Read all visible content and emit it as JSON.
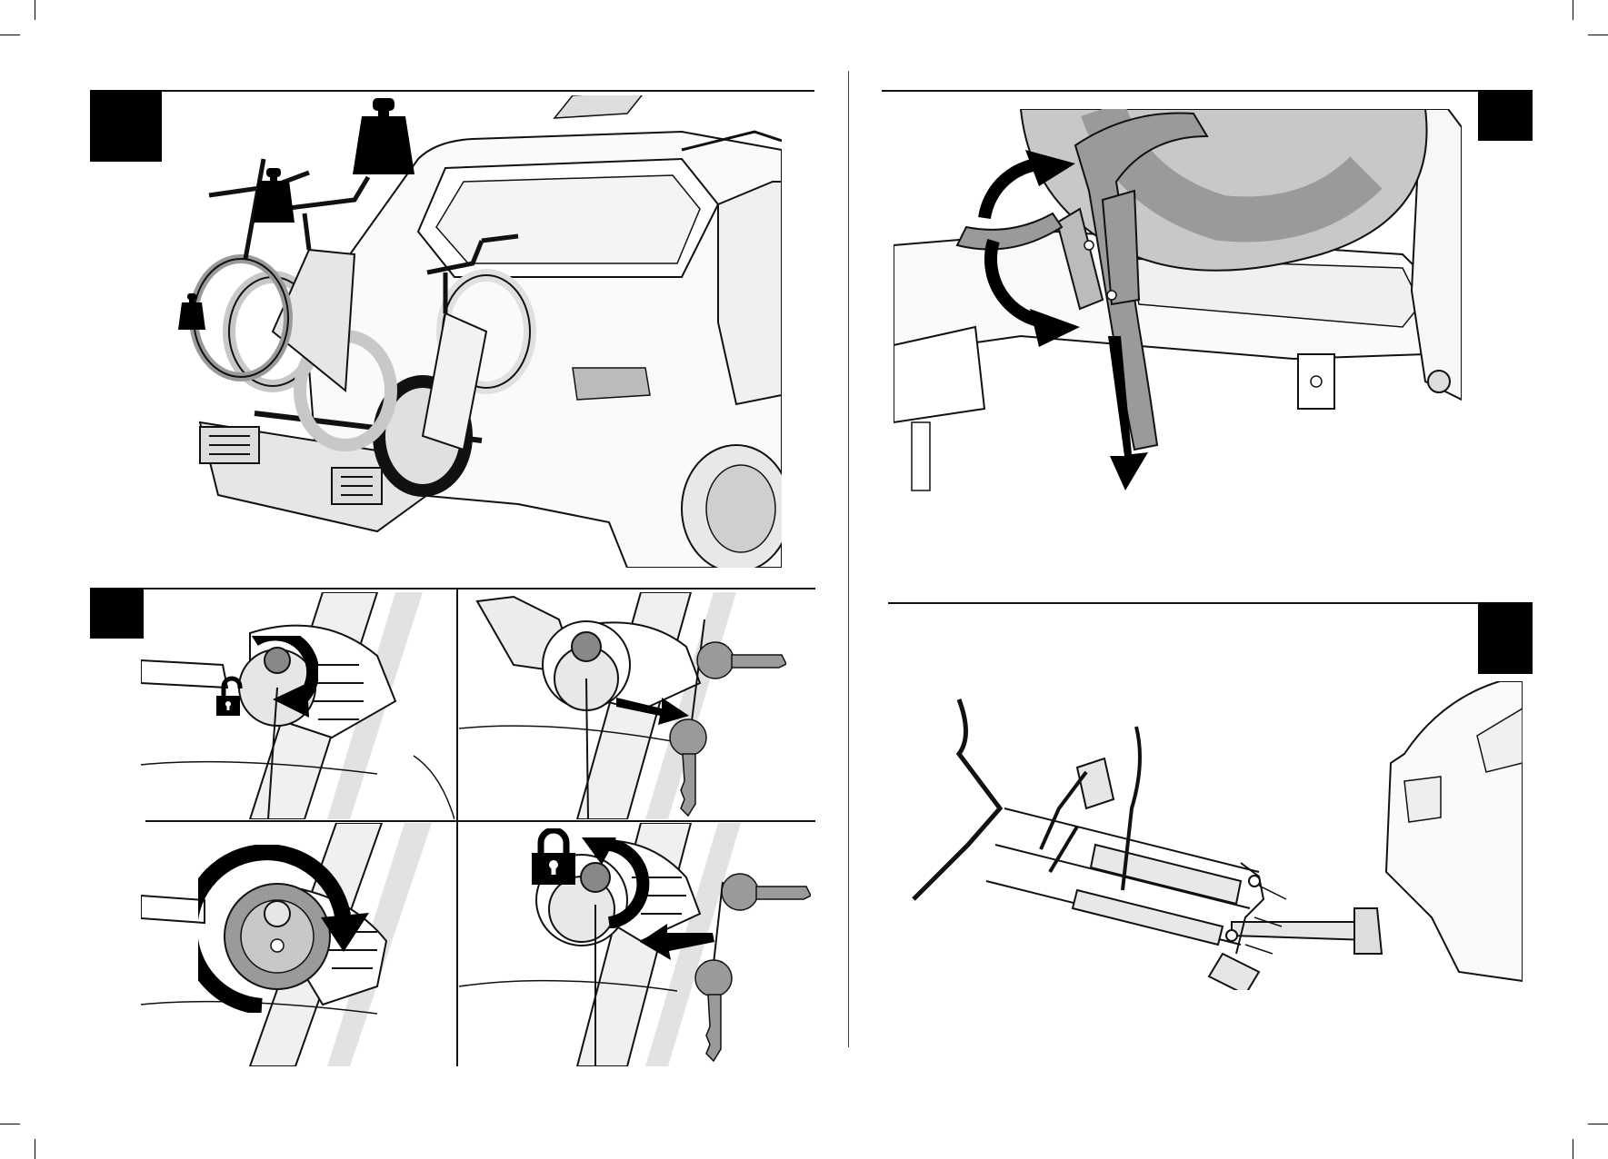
{
  "page": {
    "background": "#ffffff",
    "ink": "#111111",
    "grey_light": "#e6e6e6",
    "grey_mid": "#c8c8c8",
    "grey_dark": "#9a9a9a"
  },
  "panels": [
    {
      "id": "load-order",
      "badge": "",
      "depicts": "bike-rack-with-weights"
    },
    {
      "id": "lock-steps",
      "badge": "",
      "depicts": "knob-unlock-and-lock-sequence"
    },
    {
      "id": "strap-tightening",
      "badge": "",
      "depicts": "wheel-strap-rotate-and-pull"
    },
    {
      "id": "tilt-rack",
      "badge": "",
      "depicts": "rack-tilted-away-from-car"
    }
  ],
  "icons": [
    "weight-small-icon",
    "weight-medium-icon",
    "weight-large-icon",
    "padlock-open-icon",
    "padlock-closed-icon",
    "key-icon",
    "rotate-arrow-icon",
    "push-arrow-icon"
  ]
}
